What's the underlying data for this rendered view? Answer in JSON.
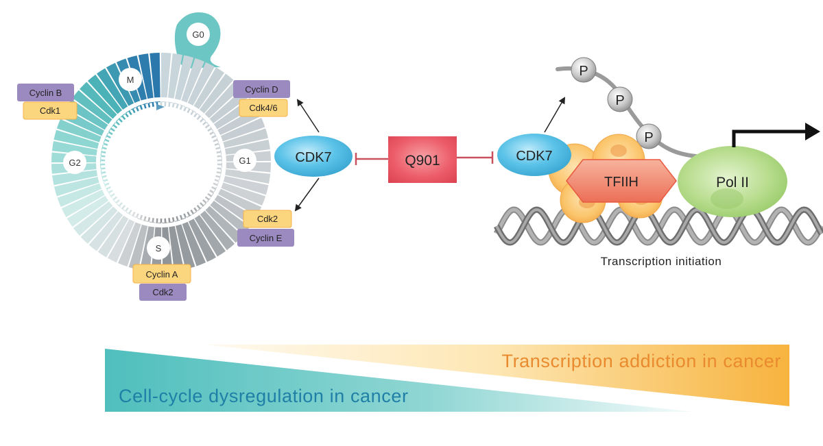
{
  "cycle": {
    "phases": [
      {
        "id": "g0",
        "label": "G0"
      },
      {
        "id": "m",
        "label": "M"
      },
      {
        "id": "g1",
        "label": "G1"
      },
      {
        "id": "g2",
        "label": "G2"
      },
      {
        "id": "s",
        "label": "S"
      }
    ],
    "complexes": {
      "cyclin_b": "Cyclin B",
      "cdk1": "Cdk1",
      "cyclin_d": "Cyclin D",
      "cdk4_6": "Cdk4/6",
      "cdk2_top": "Cdk2",
      "cyclin_e": "Cyclin E",
      "cyclin_a": "Cyclin A",
      "cdk2_bottom": "Cdk2"
    }
  },
  "inhibitor": {
    "label": "Q901"
  },
  "cdk7_left": {
    "label": "CDK7"
  },
  "cdk7_right": {
    "label": "CDK7"
  },
  "transcription": {
    "tfiih": "TFIIH",
    "pol2": "Pol II",
    "phospho": [
      "P",
      "P",
      "P"
    ],
    "caption": "Transcription initiation"
  },
  "bands": {
    "transcription_addiction": "Transcription addiction in cancer",
    "cell_cycle_dysregulation": "Cell-cycle dysregulation in cancer"
  },
  "colors": {
    "teal": "#6cc6c3",
    "purple": "#9b8ac0",
    "orange_label": "#fcd57f",
    "cdk7_blue": "#5cc3e8",
    "inhibitor_red": "#e84e5d",
    "tfiih_red": "#f08a70",
    "pol2_green": "#a9d678",
    "band_orange": "#f7b33e",
    "band_teal": "#4fbfbd"
  }
}
